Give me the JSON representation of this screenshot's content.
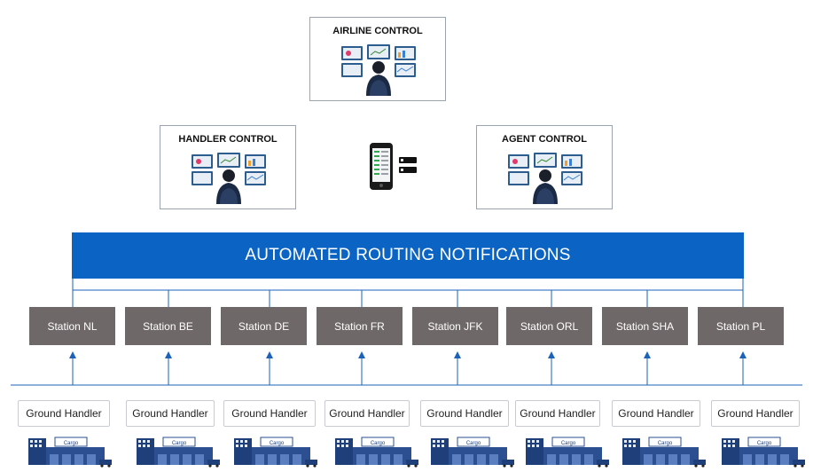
{
  "control_boxes": {
    "airline": {
      "title": "AIRLINE CONTROL"
    },
    "handler": {
      "title": "HANDLER CONTROL"
    },
    "agent": {
      "title": "AGENT CONTROL"
    }
  },
  "banner": {
    "text": "AUTOMATED ROUTING NOTIFICATIONS"
  },
  "stations": [
    {
      "label": "Station NL"
    },
    {
      "label": "Station BE"
    },
    {
      "label": "Station DE"
    },
    {
      "label": "Station FR"
    },
    {
      "label": "Station JFK"
    },
    {
      "label": "Station ORL"
    },
    {
      "label": "Station SHA"
    },
    {
      "label": "Station PL"
    }
  ],
  "ground_handlers": [
    {
      "label": "Ground Handler",
      "building_sign": "Cargo"
    },
    {
      "label": "Ground Handler",
      "building_sign": "Cargo"
    },
    {
      "label": "Ground Handler",
      "building_sign": "Cargo"
    },
    {
      "label": "Ground Handler",
      "building_sign": "Cargo"
    },
    {
      "label": "Ground Handler",
      "building_sign": "Cargo"
    },
    {
      "label": "Ground Handler",
      "building_sign": "Cargo"
    },
    {
      "label": "Ground Handler",
      "building_sign": "Cargo"
    },
    {
      "label": "Ground Handler",
      "building_sign": "Cargo"
    }
  ],
  "colors": {
    "banner": "#0b63c4",
    "station": "#6f6868",
    "connector": "#1b62b8"
  },
  "icons": {
    "control_operator": "operator-at-monitors-icon",
    "mobile": "smartphone-icon",
    "cargo": "cargo-building-icon"
  }
}
